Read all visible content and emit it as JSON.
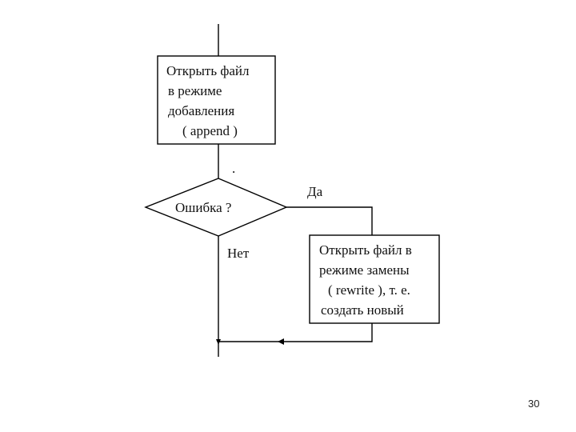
{
  "diagram": {
    "box_append": [
      "Открыть файл",
      "в режиме",
      "добавления",
      "( append )"
    ],
    "decision": "Ошибка ?",
    "dot": ".",
    "yes_label": "Да",
    "no_label": "Нет",
    "box_rewrite": [
      "Открыть файл в",
      "режиме замены",
      "( rewrite ), т. е.",
      "создать новый"
    ]
  },
  "footer": {
    "page_number": "30"
  }
}
